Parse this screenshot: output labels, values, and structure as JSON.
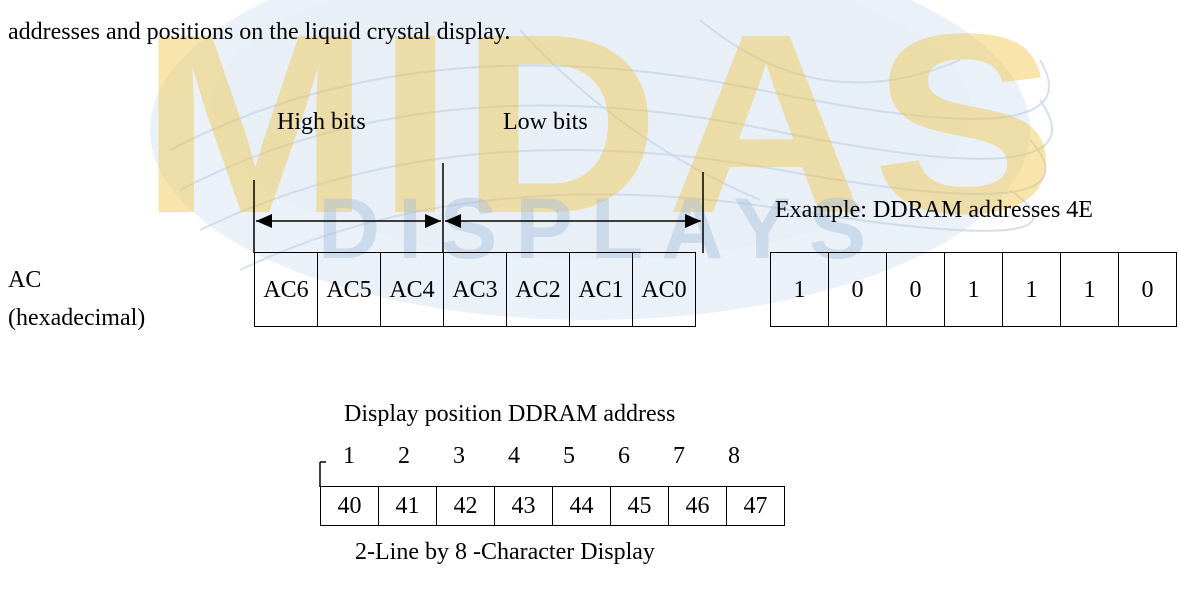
{
  "intro_text": "addresses and positions on the liquid crystal display.",
  "watermark": {
    "main": "MIDAS",
    "sub": "DISPLAYS"
  },
  "ac_diagram": {
    "high_bits_label": "High bits",
    "low_bits_label": "Low bits",
    "ac_label_line1": "AC",
    "ac_label_line2": "(hexadecimal)",
    "cells": [
      "AC6",
      "AC5",
      "AC4",
      "AC3",
      "AC2",
      "AC1",
      "AC0"
    ]
  },
  "example": {
    "label": "Example: DDRAM addresses 4E",
    "bits": [
      "1",
      "0",
      "0",
      "1",
      "1",
      "1",
      "0"
    ]
  },
  "display_map": {
    "header": "Display position DDRAM address",
    "positions": [
      "1",
      "2",
      "3",
      "4",
      "5",
      "6",
      "7",
      "8"
    ],
    "addresses": [
      "40",
      "41",
      "42",
      "43",
      "44",
      "45",
      "46",
      "47"
    ],
    "caption": "2-Line by 8 -Character Display"
  },
  "colors": {
    "watermark_gold": "#f2c23c",
    "watermark_blue": "#a7c1de"
  }
}
